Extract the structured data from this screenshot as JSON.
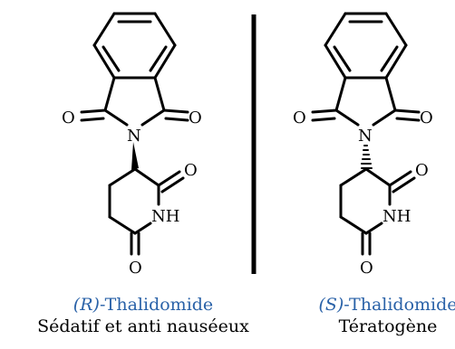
{
  "molecules": [
    {
      "id": "r",
      "stereo_prefix": "(R)",
      "name": "-Thalidomide",
      "description": "Sédatif et anti nauséeux",
      "stereo_bond": "wedge",
      "atoms": {
        "o_left": "O",
        "o_right": "O",
        "n": "N",
        "o_ring": "O",
        "nh": "NH",
        "o_bottom": "O"
      }
    },
    {
      "id": "s",
      "stereo_prefix": "(S)",
      "name": "-Thalidomide",
      "description": "Tératogène",
      "stereo_bond": "hash",
      "atoms": {
        "o_left": "O",
        "o_right": "O",
        "n": "N",
        "o_ring": "O",
        "nh": "NH",
        "o_bottom": "O"
      }
    }
  ],
  "colors": {
    "caption_name": "#2a62a8",
    "caption_text": "#000000",
    "structure": "#000000"
  }
}
